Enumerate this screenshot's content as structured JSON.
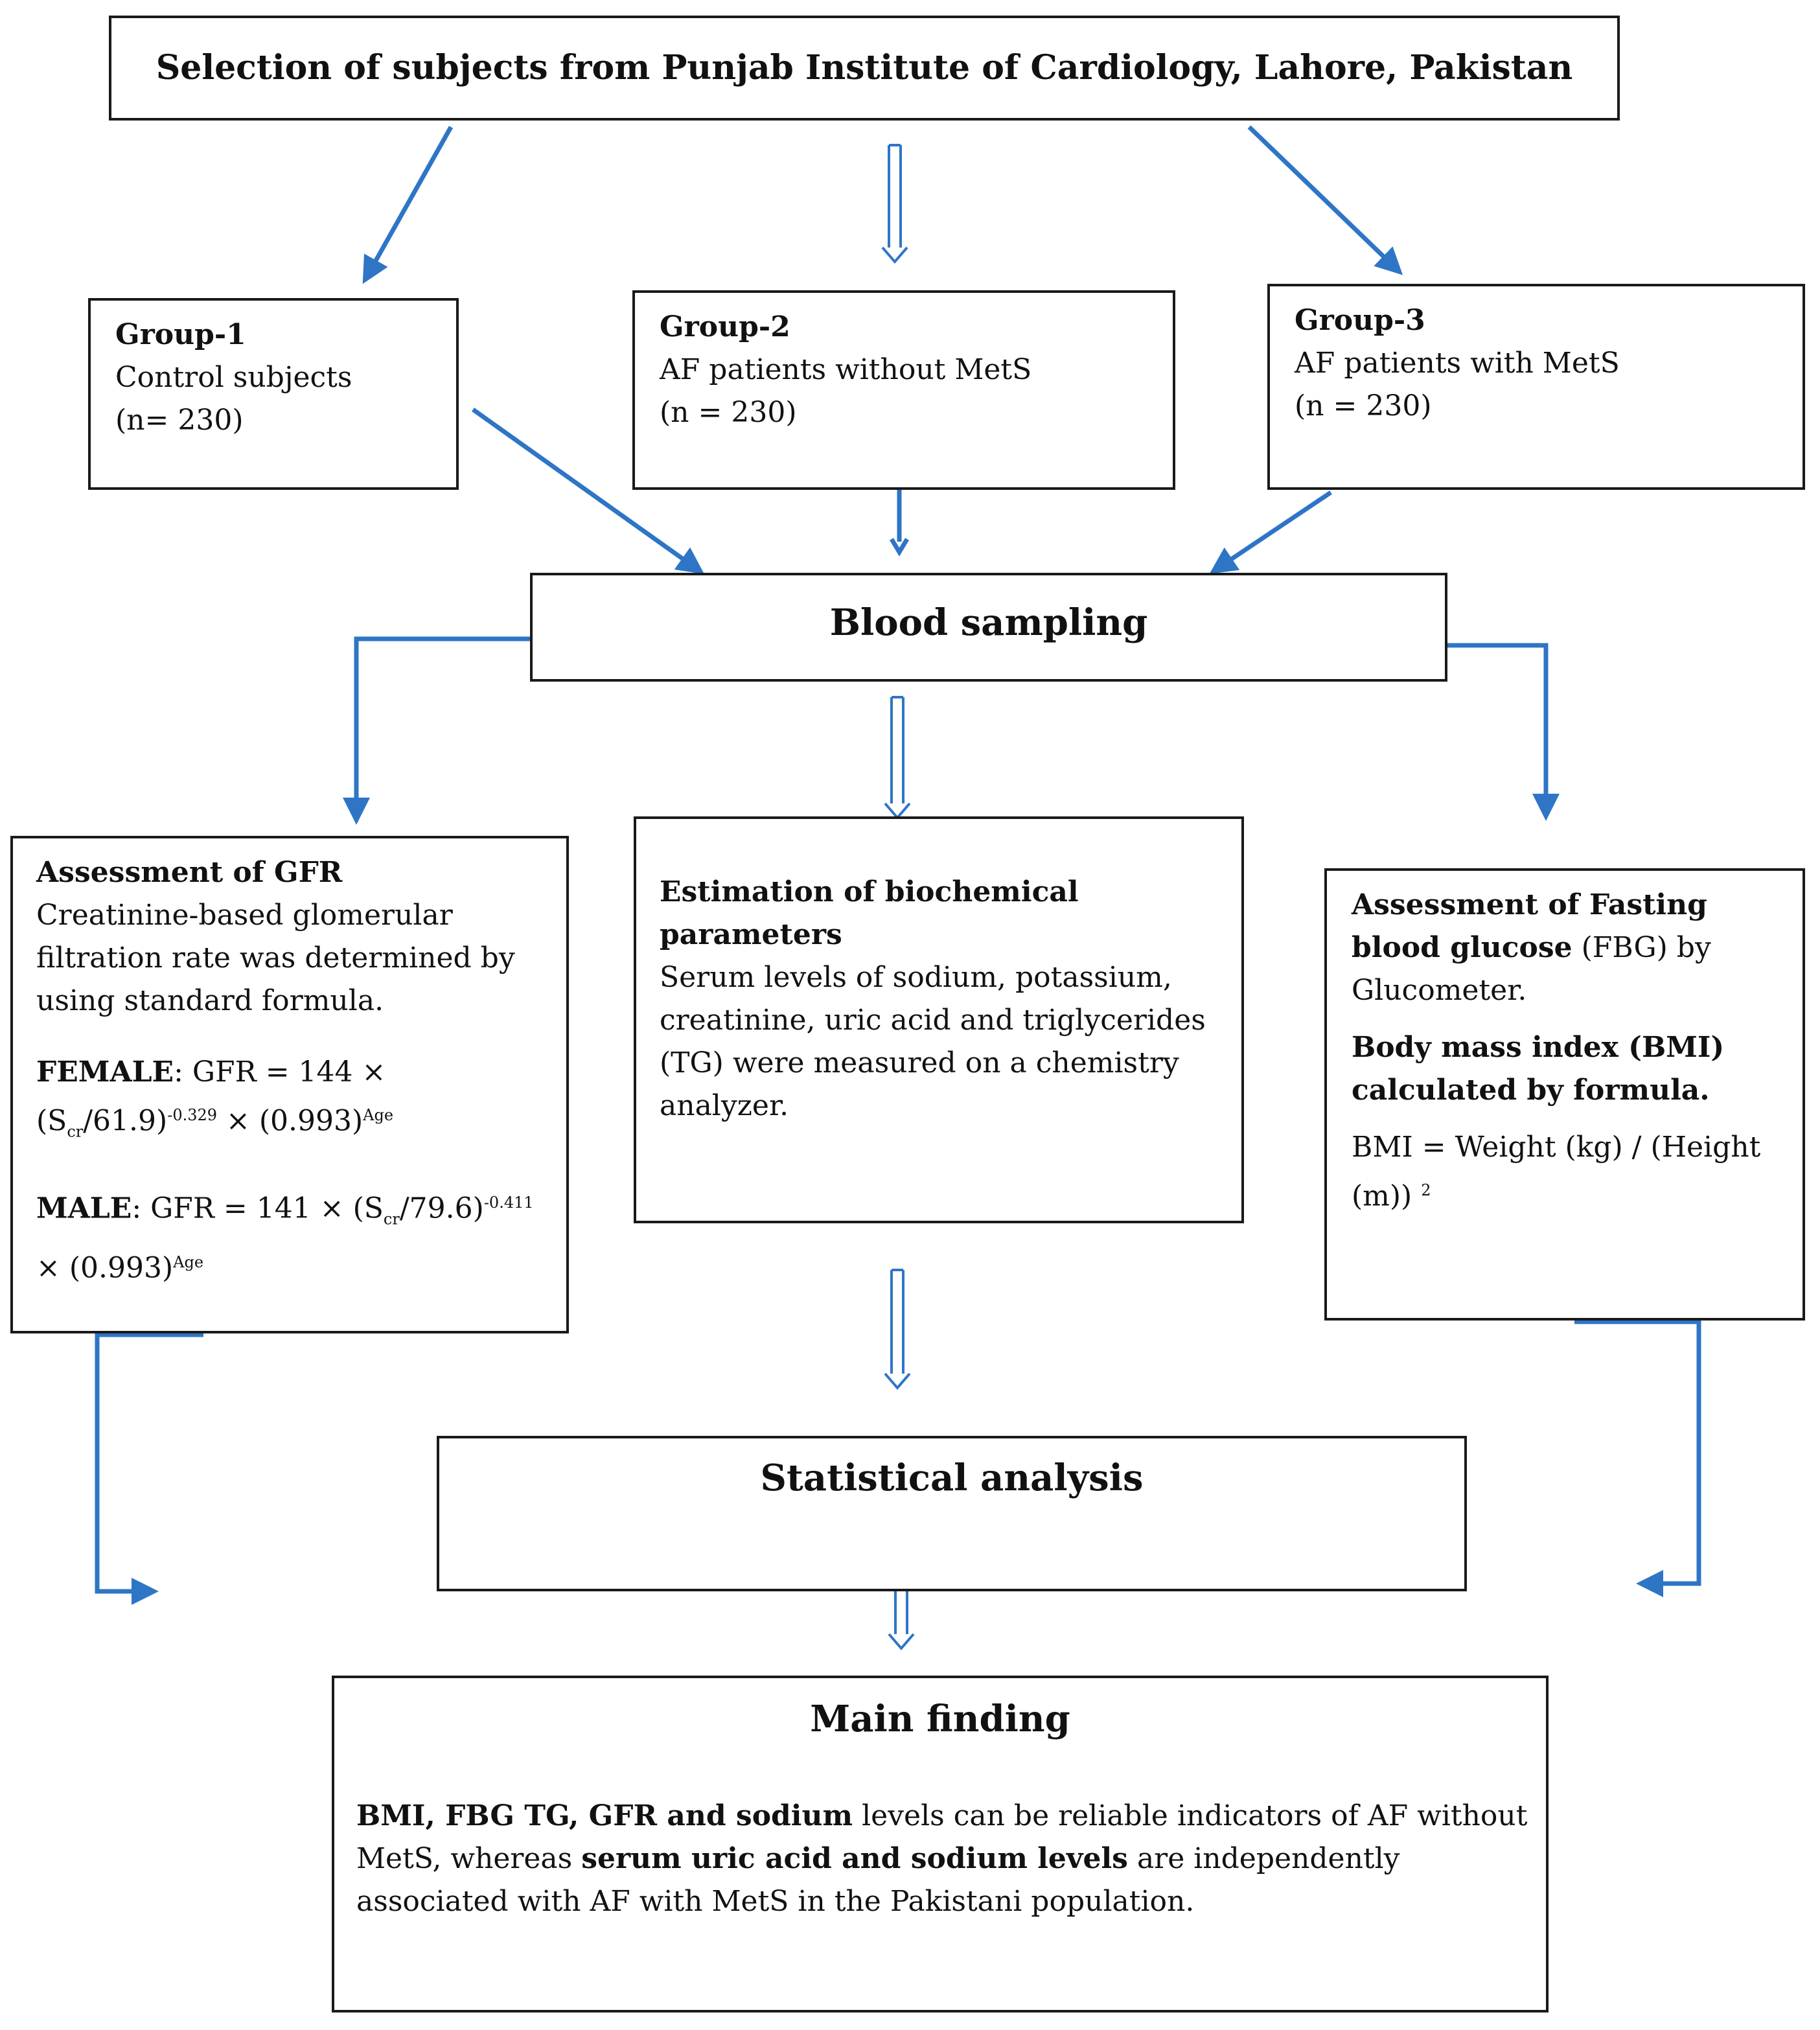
{
  "diagram": {
    "title_box": "Selection of subjects from Punjab Institute of Cardiology, Lahore, Pakistan",
    "groups": [
      {
        "title": "Group-1",
        "desc": "Control subjects",
        "n": "(n= 230)"
      },
      {
        "title": "Group-2",
        "desc": "AF patients without MetS",
        "n": "(n = 230)"
      },
      {
        "title": "Group-3",
        "desc": "AF patients with MetS",
        "n": "(n = 230)"
      }
    ],
    "blood_sampling": "Blood sampling",
    "gfr": {
      "title": "Assessment of GFR",
      "desc": "Creatinine-based glomerular filtration rate was determined by using standard formula.",
      "female_label": "FEMALE",
      "female_formula": ": GFR = 144 × (S",
      "female_sub": "cr",
      "female_mid": "/61.9)",
      "female_exp": "-0.329",
      "female_tail": " × (0.993)",
      "female_age": "Age",
      "male_label": "MALE",
      "male_formula": ": GFR = 141 × (S",
      "male_sub": "cr",
      "male_mid": "/79.6)",
      "male_exp": "-0.411",
      "male_tail": " × (0.993)",
      "male_age": "Age"
    },
    "biochem": {
      "title": "Estimation of biochemical parameters",
      "desc": "Serum levels of sodium, potassium, creatinine, uric acid and triglycerides (TG) were measured on a chemistry analyzer."
    },
    "fbg": {
      "title": "Assessment of Fasting blood glucose",
      "title_rest": " (FBG) by Glucometer.",
      "bmi_title": "Body mass index (BMI) calculated by formula.",
      "bmi_formula": "BMI = Weight (kg) / (Height (m))",
      "bmi_exp": "2"
    },
    "statistical": "Statistical analysis",
    "main_finding": {
      "title": "Main finding",
      "bold1": "BMI, FBG TG, GFR and sodium",
      "text1": " levels can be reliable indicators of AF without MetS, whereas ",
      "bold2": "serum uric acid and sodium levels",
      "text2": " are independently associated with AF with MetS in the Pakistani population."
    },
    "colors": {
      "arrow": "#2E75C6",
      "border": "#1a1a1a"
    }
  }
}
